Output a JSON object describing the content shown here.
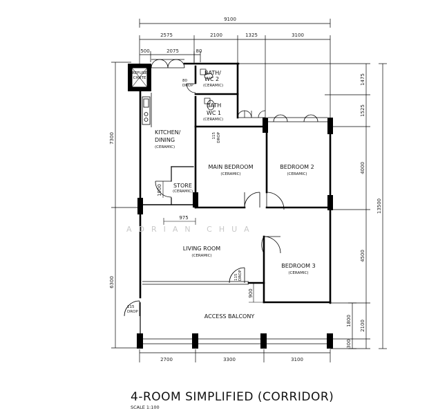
{
  "title": "4-ROOM SIMPLIFIED (CORRIDOR)",
  "scale": "SCALE  1:100",
  "watermark": "ADRIAN CHUA",
  "dimensions": {
    "top_total": "9100",
    "top_row": [
      "2575",
      "2100",
      "1325",
      "3100"
    ],
    "top_detail": [
      "500",
      "2075",
      "80"
    ],
    "bottom_row": [
      "2700",
      "3300",
      "3100"
    ],
    "right_row": [
      "1475",
      "1525",
      "4000",
      "4500",
      "1800",
      "300"
    ],
    "right_total": "13500",
    "right_outer": "2100",
    "left_row": [
      "7300",
      "6300"
    ],
    "internal": {
      "store_height": "1900",
      "living_width": "975",
      "door_offset": "900",
      "bath_drop": "80",
      "wc_drop": "115",
      "living_drop": "115",
      "balcony_drop": "115"
    }
  },
  "rooms": {
    "bath2": {
      "name": "BATH/",
      "name2": "WC 2",
      "finish": "(CERAMIC)"
    },
    "bath1": {
      "name": "BATH",
      "name2": "WC 1",
      "finish": "(CERAMIC)"
    },
    "kitchen": {
      "name": "KITCHEN/",
      "name2": "DINING",
      "finish": "(CERAMIC)"
    },
    "store": {
      "name": "STORE",
      "finish": "(CERAMIC)"
    },
    "main_bedroom": {
      "name": "MAIN BEDROOM",
      "finish": "(CERAMIC)"
    },
    "bedroom2": {
      "name": "BEDROOM 2",
      "finish": "(CERAMIC)"
    },
    "living": {
      "name": "LIVING ROOM",
      "finish": "(CERAMIC)"
    },
    "bedroom3": {
      "name": "BEDROOM 3",
      "finish": "(CERAMIC)"
    },
    "balcony": {
      "name": "ACCESS BALCONY"
    }
  },
  "labels": {
    "drop": "DROP",
    "refuse": "REFUSE",
    "chute": "CHUTE"
  }
}
